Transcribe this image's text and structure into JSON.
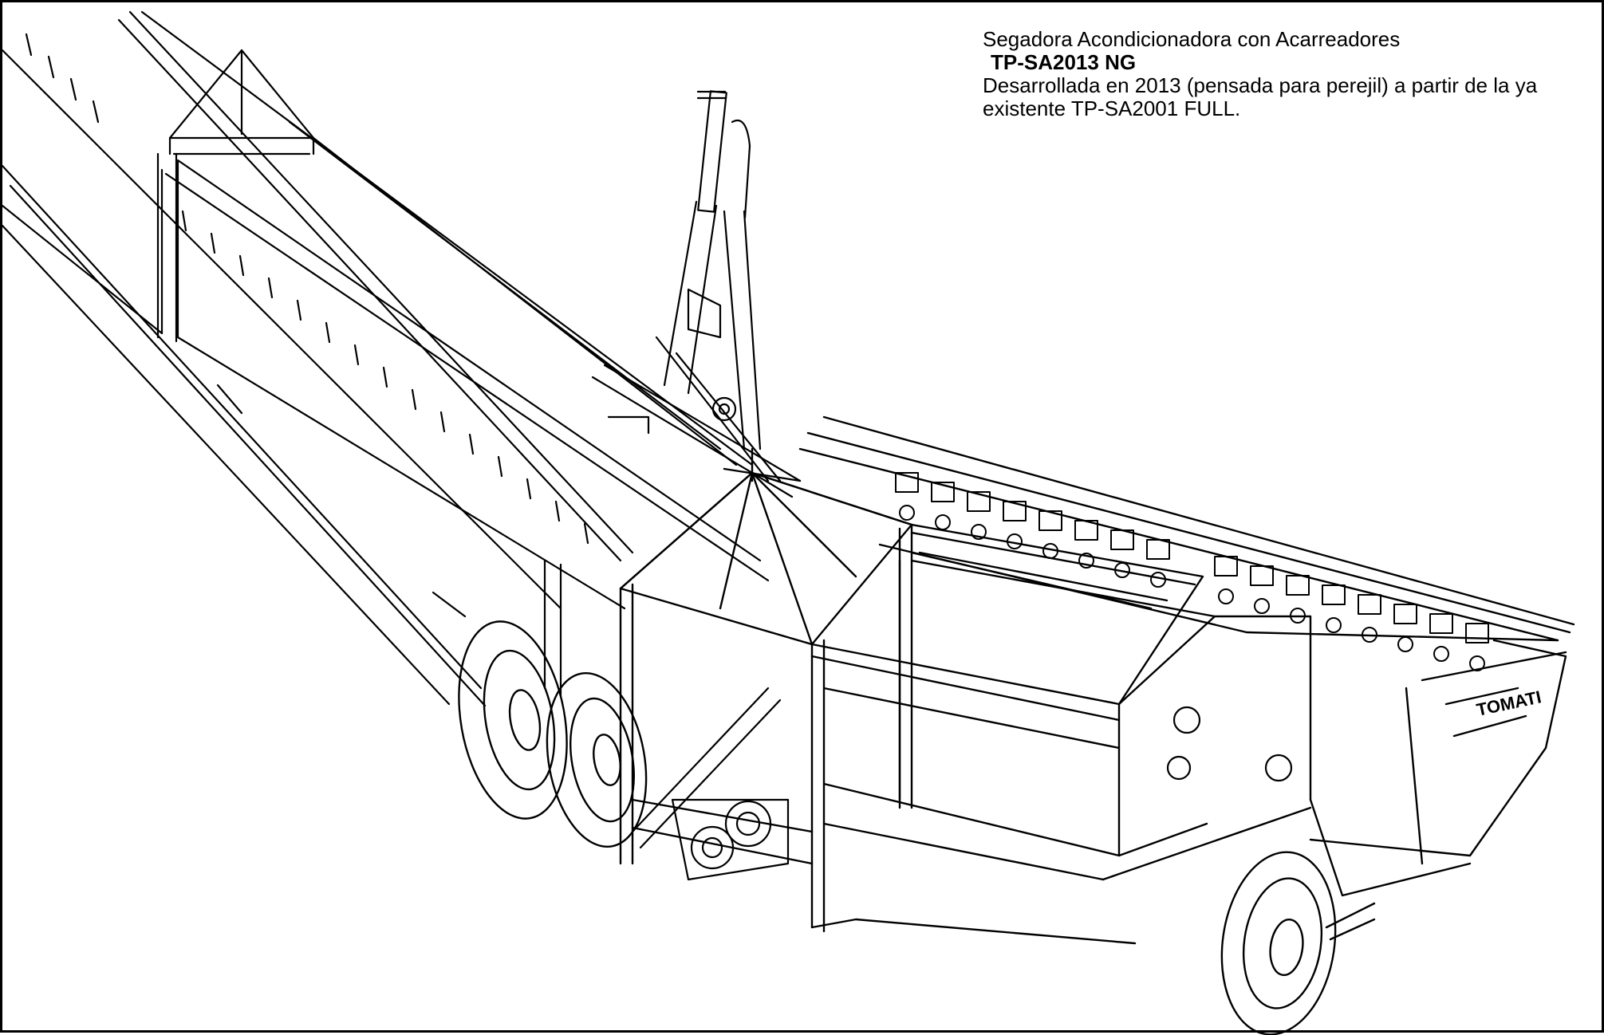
{
  "caption": {
    "line1": "Segadora Acondicionadora con Acarreadores",
    "model": "TP-SA2013 NG",
    "line3": "Desarrollada en 2013 (pensada para perejil) a partir de la ya",
    "line4": "existente TP-SA2001 FULL."
  },
  "machine": {
    "brand_plate": "TOMATI"
  },
  "colors": {
    "line": "#000000",
    "background": "#ffffff"
  }
}
